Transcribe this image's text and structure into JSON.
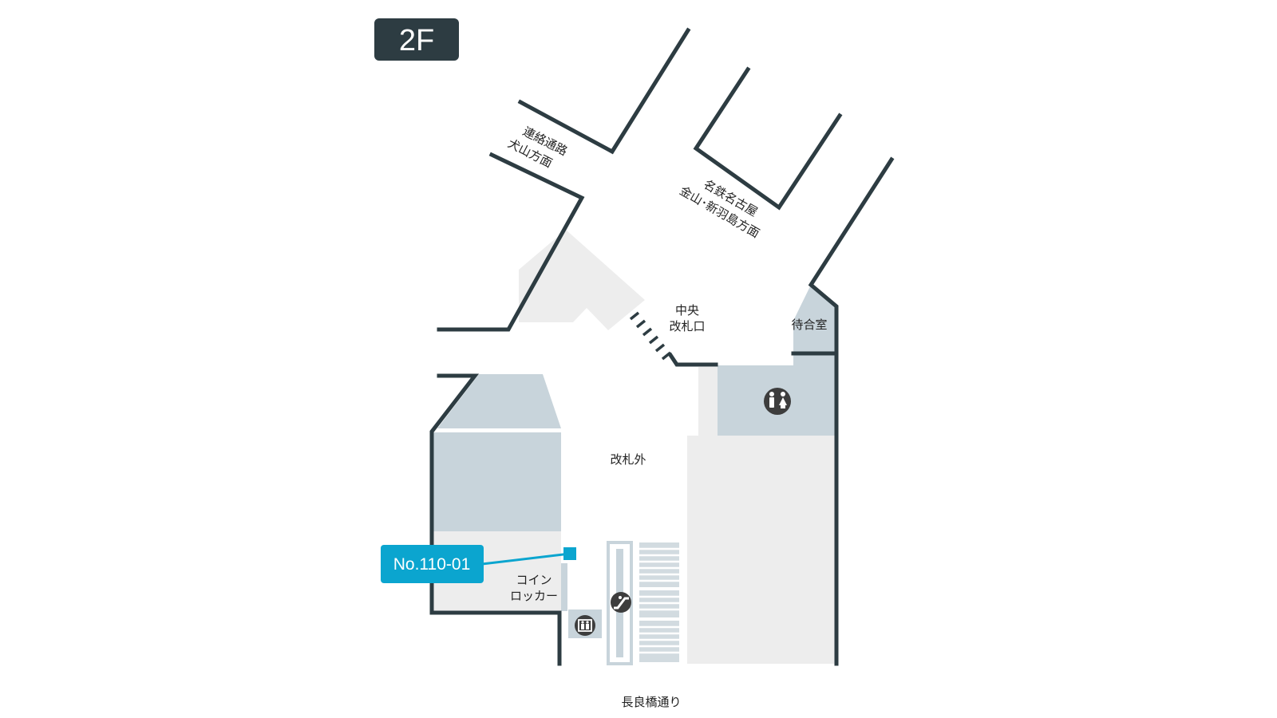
{
  "floor": {
    "label": "2F"
  },
  "labels": {
    "connecting_passage": "連絡通路",
    "inuyama_direction": "犬山方面",
    "meitetsu_nagoya": "名鉄名古屋",
    "kanayama_shinhashima": "金山･新羽島方面",
    "central_gate_1": "中央",
    "central_gate_2": "改札口",
    "waiting_room": "待合室",
    "outside_gate": "改札外",
    "coin_locker_1": "コイン",
    "coin_locker_2": "ロッカー",
    "nagarabashi_street": "長良橋通り"
  },
  "locker_tag": {
    "label": "No.110-01"
  },
  "icons": {
    "restroom": "restroom-icon",
    "escalator": "escalator-icon",
    "elevator": "elevator-icon"
  },
  "colors": {
    "wall": "#2d3c42",
    "area_gray": "#ededed",
    "area_blue": "#c8d4db",
    "tag": "#0ba5cf",
    "floor_badge": "#2d3c42",
    "icon_bg": "#3d3d3d"
  }
}
